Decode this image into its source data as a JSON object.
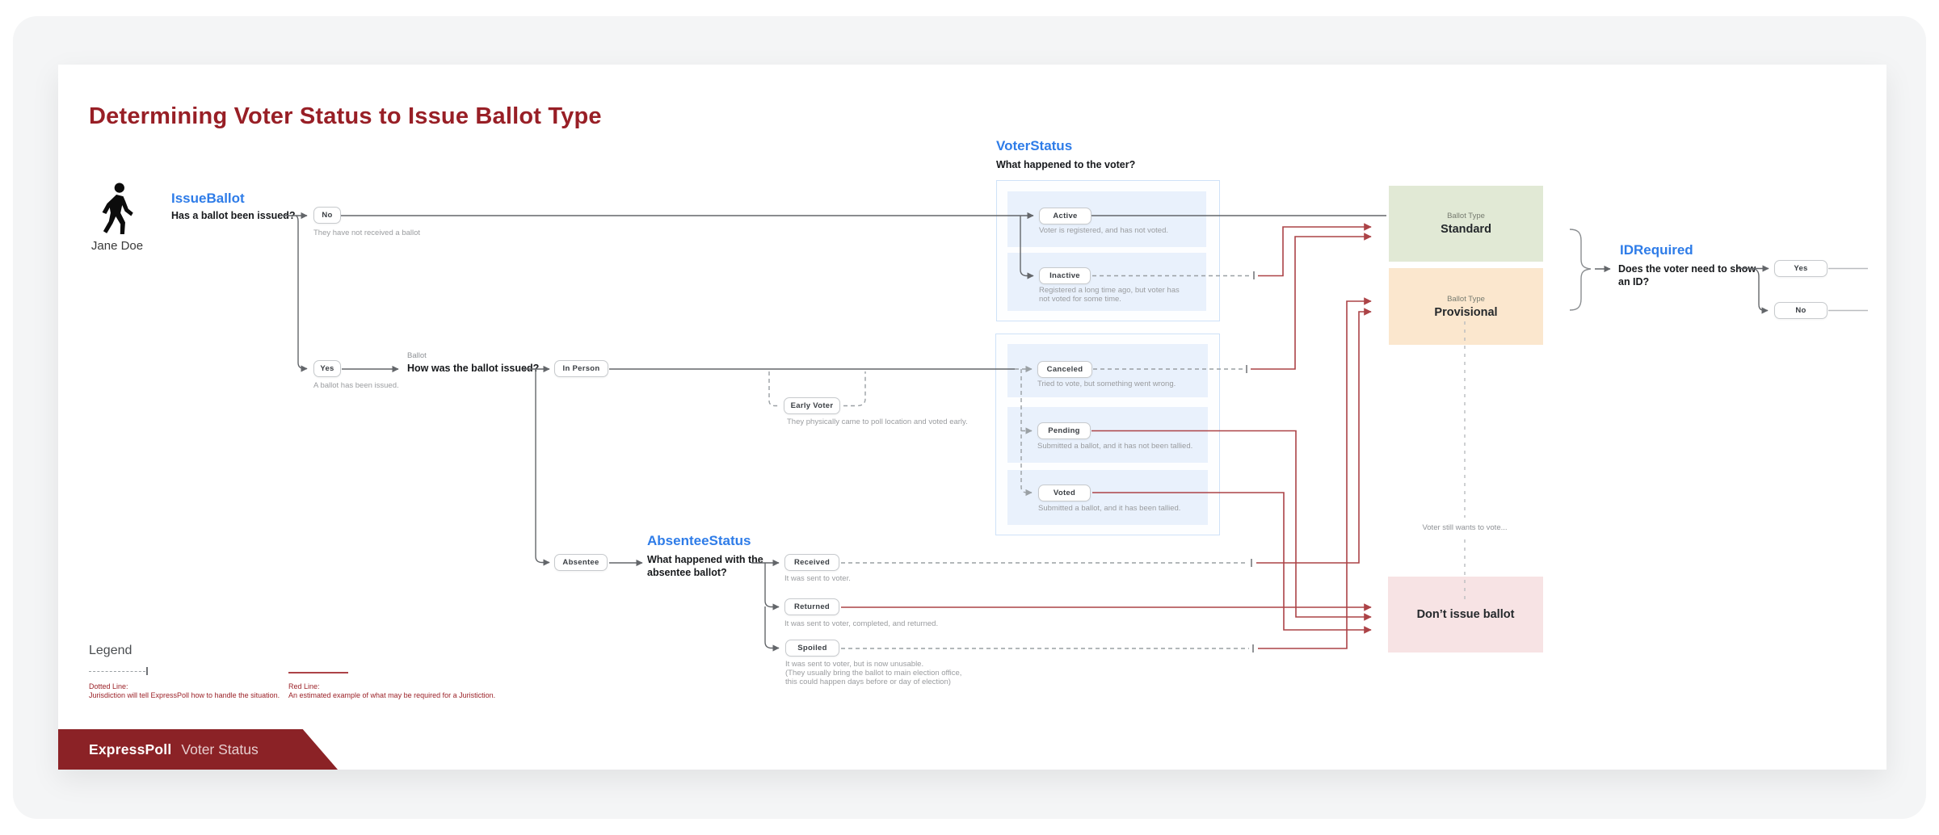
{
  "title": "Determining Voter Status to Issue Ballot Type",
  "actor": {
    "name": "Jane Doe"
  },
  "issue_ballot": {
    "heading": "IssueBallot",
    "question": "Has a ballot been issued?"
  },
  "ballot_node": {
    "label": "Ballot",
    "question": "How was the ballot issued?"
  },
  "voter_status": {
    "heading": "VoterStatus",
    "question": "What happened to the voter?"
  },
  "absentee_status": {
    "heading": "AbsenteeStatus",
    "question_line1": "What happened with the",
    "question_line2": "absentee ballot?"
  },
  "id_required": {
    "heading": "IDRequired",
    "question_line1": "Does the voter need to show",
    "question_line2": "an ID?",
    "yes_label": "Yes",
    "no_label": "No"
  },
  "chips": {
    "no": {
      "label": "No",
      "caption": "They have not received a ballot"
    },
    "yes": {
      "label": "Yes",
      "caption": "A ballot has been issued."
    },
    "in_person": {
      "label": "In Person"
    },
    "early_voter": {
      "label": "Early Voter",
      "caption": "They physically came to poll location and voted early."
    },
    "absentee": {
      "label": "Absentee"
    },
    "active": {
      "label": "Active",
      "caption": "Voter is registered, and has not voted."
    },
    "inactive": {
      "label": "Inactive",
      "caption_line1": "Registered a long time ago, but voter has",
      "caption_line2": "not voted for some time."
    },
    "canceled": {
      "label": "Canceled",
      "caption": "Tried to vote, but something went wrong."
    },
    "pending": {
      "label": "Pending",
      "caption": "Submitted a ballot, and it has not been tallied."
    },
    "voted": {
      "label": "Voted",
      "caption": "Submitted a ballot, and it has been tallied."
    },
    "received": {
      "label": "Received",
      "caption": "It was sent to voter."
    },
    "returned": {
      "label": "Returned",
      "caption": "It was sent to voter, completed, and returned."
    },
    "spoiled": {
      "label": "Spoiled",
      "caption_line1": "It was sent to voter, but is now unusable.",
      "caption_line2": "(They usually bring the ballot to main election office,",
      "caption_line3": "this could happen days before or day of election)"
    }
  },
  "outcomes": {
    "type_label": "Ballot Type",
    "standard": "Standard",
    "provisional": "Provisional",
    "dont_issue": "Don’t issue ballot",
    "note": "Voter still wants to vote..."
  },
  "legend": {
    "title": "Legend",
    "dotted_name": "Dotted Line:",
    "dotted_desc": "Jurisdiction will tell ExpressPoll how to handle the situation.",
    "red_name": "Red Line:",
    "red_desc": "An estimated example of what may be required for a Juristiction."
  },
  "footer": {
    "brand": "ExpressPoll",
    "page": "Voter Status"
  },
  "colors": {
    "title_red": "#981f26",
    "accent_blue": "#2e7ce8",
    "line_red": "#ac4347",
    "banner_red": "#8b2226",
    "standard_bg": "#e1e9d5",
    "provisional_bg": "#fbe7ce",
    "dont_issue_bg": "#f7e3e4",
    "status_row_bg": "#e9f1fc"
  }
}
